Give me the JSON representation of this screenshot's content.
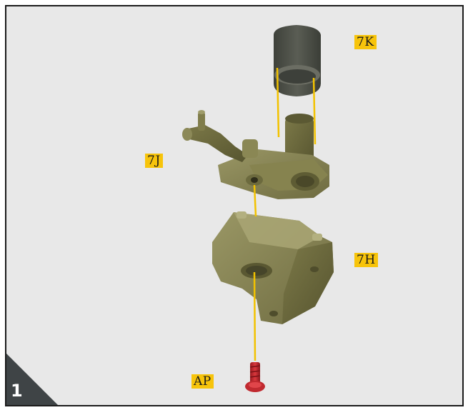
{
  "step": {
    "number": "1"
  },
  "parts": {
    "7K": {
      "label": "7K"
    },
    "7J": {
      "label": "7J"
    },
    "7H": {
      "label": "7H"
    },
    "AP": {
      "label": "AP"
    }
  },
  "colors": {
    "background": "#e8e8e8",
    "border": "#1b1b1b",
    "label_fill": "#f7c40b",
    "guide_line": "#f2c200",
    "part_olive": "#7f7c4c",
    "part_cap": "#4d5048",
    "part_screw": "#c8262c",
    "badge": "#3f4446"
  }
}
